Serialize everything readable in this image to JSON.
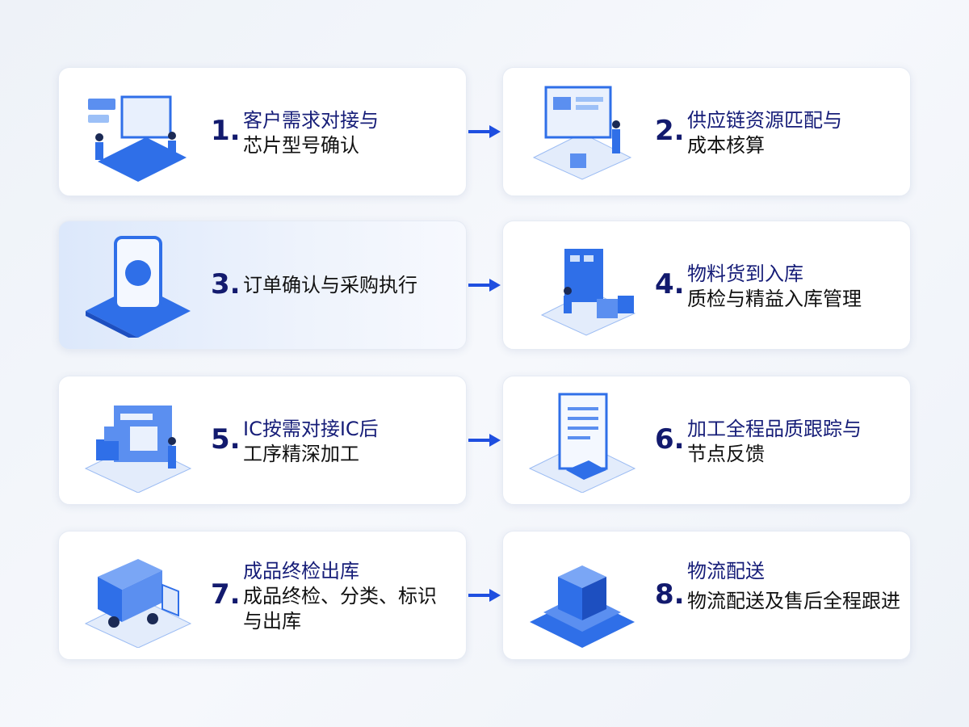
{
  "steps": [
    {
      "num": "1.",
      "line1": "客户需求对接与",
      "line2": "芯片型号确认",
      "icon": "laptop-people-icon"
    },
    {
      "num": "2.",
      "line1": "供应链资源匹配与",
      "line2": "成本核算",
      "icon": "monitor-worker-icon"
    },
    {
      "num": "3.",
      "line1": "订单确认与采购执行",
      "icon": "tablet-order-icon"
    },
    {
      "num": "4.",
      "line1": "物料货到入库",
      "line2": "质检与精益入库管理",
      "icon": "warehouse-boxes-icon"
    },
    {
      "num": "5.",
      "line1": "IC按需对接IC后",
      "line2": "工序精深加工",
      "icon": "factory-machine-icon"
    },
    {
      "num": "6.",
      "line1": "加工全程品质跟踪与",
      "line2": "节点反馈",
      "icon": "document-report-icon"
    },
    {
      "num": "7.",
      "line1": "成品终检出库",
      "line2": "成品终检、分类、标识",
      "line3": "与出库",
      "icon": "delivery-truck-icon"
    },
    {
      "num": "8.",
      "line1": "物流配送",
      "line2": "物流配送及售后全程跟进",
      "icon": "package-platform-icon"
    }
  ],
  "colors": {
    "accent": "#2f6fe8",
    "title": "#161d78",
    "arrow": "#1f4fe0"
  }
}
